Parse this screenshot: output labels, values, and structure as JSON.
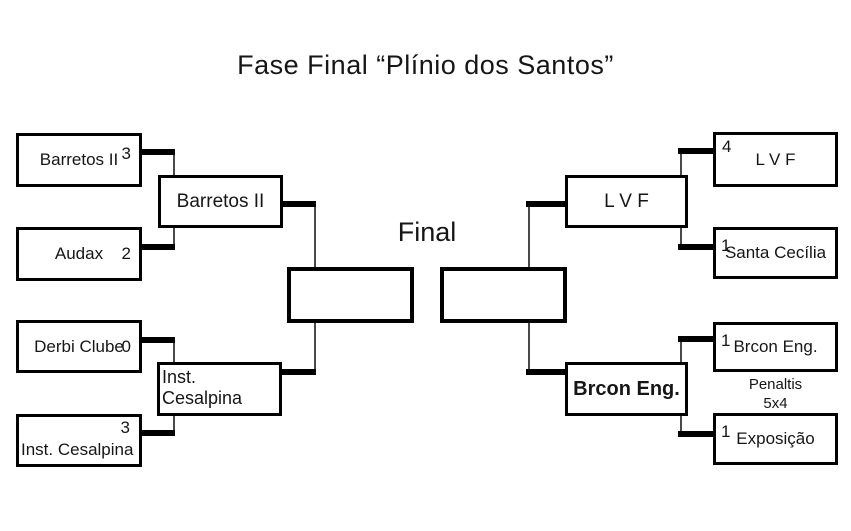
{
  "title": "Fase Final “Plínio dos Santos”",
  "final_label": "Final",
  "left": {
    "sf1": {
      "team1": "Barretos II",
      "score1": "3",
      "team2": "Audax",
      "score2": "2",
      "winner": "Barretos II"
    },
    "sf2": {
      "team1": "Derbi Clube",
      "score1": "0",
      "team2": "Inst. Cesalpina",
      "score2": "3",
      "winner": "Inst. Cesalpina"
    }
  },
  "right": {
    "sf1": {
      "team1": "L V F",
      "score1": "4",
      "team2": "Santa Cecília",
      "score2": "1",
      "winner": "L V F"
    },
    "sf2": {
      "team1": "Brcon Eng.",
      "score1": "1",
      "team2": "Exposição",
      "score2": "1",
      "winner": "Brcon Eng.",
      "penalty_note": {
        "line1": "Penaltis",
        "line2": "5x4"
      }
    }
  },
  "colors": {
    "line": "#000000",
    "text": "#161616",
    "background": "#ffffff"
  }
}
